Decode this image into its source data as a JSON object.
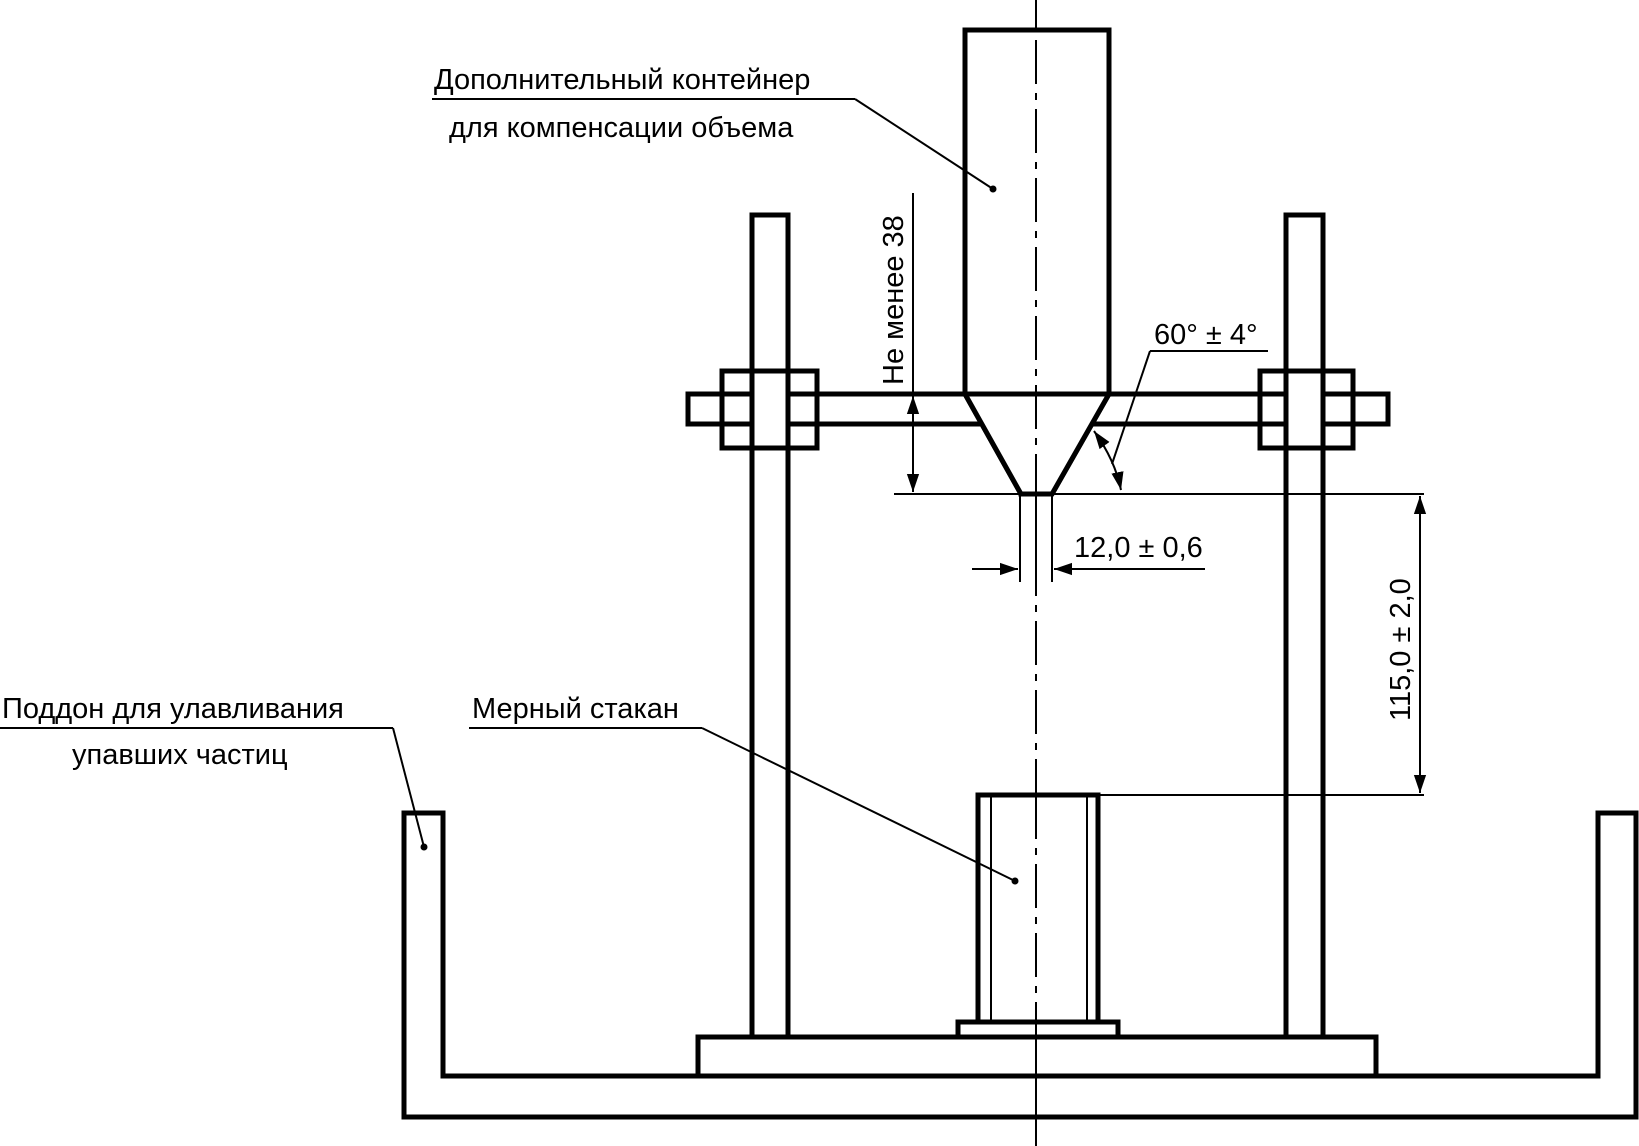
{
  "labels": {
    "extra_container": [
      "Дополнительный контейнер",
      "для компенсации объема"
    ],
    "catch_tray": [
      "Поддон для улавливания",
      "упавших частиц"
    ],
    "measuring_cup": "Мерный стакан"
  },
  "dimensions": {
    "min_height": "Не менее 38",
    "angle": "60° ± 4°",
    "orifice": "12,0 ± 0,6",
    "drop_height": "115,0 ± 2,0"
  }
}
